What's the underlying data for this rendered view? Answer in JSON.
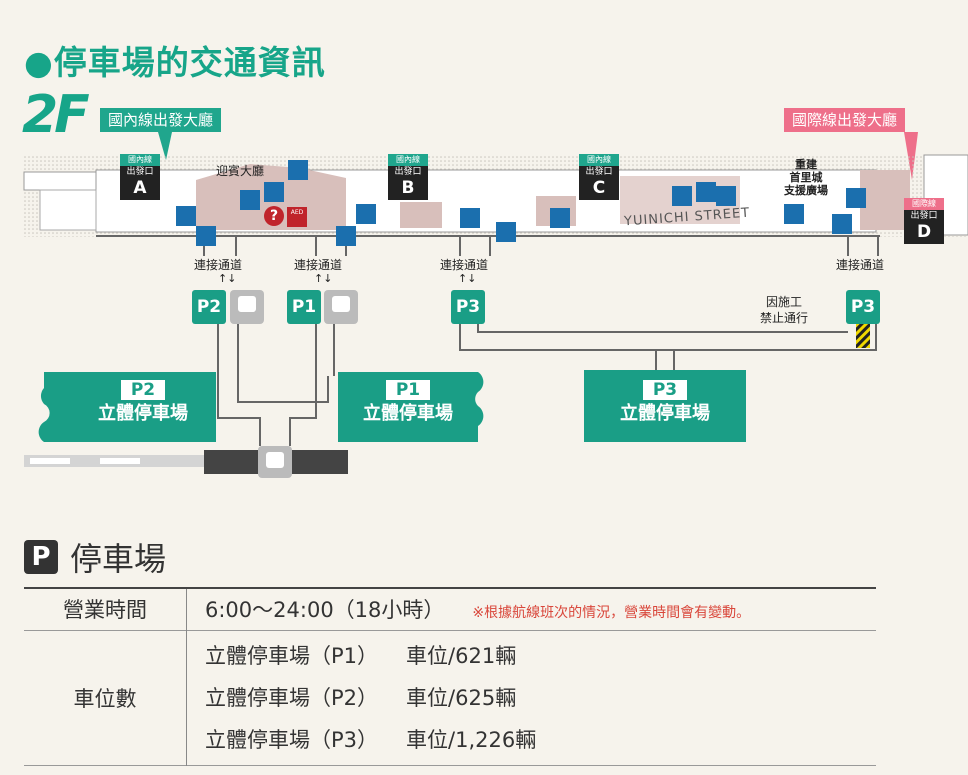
{
  "header": {
    "title": "●停車場的交通資訊",
    "floor": "2F",
    "domestic_hall": "國內線出發大廳",
    "international_hall": "國際線出發大廳"
  },
  "map": {
    "arrival_hall": "迎賓大廳",
    "street": "YUINICHI STREET",
    "shuri_support": [
      "重建",
      "首里城",
      "支援廣場"
    ],
    "gates": [
      {
        "badge": "國內線",
        "label": "出發口",
        "letter": "A"
      },
      {
        "badge": "國內線",
        "label": "出發口",
        "letter": "B"
      },
      {
        "badge": "國內線",
        "label": "出發口",
        "letter": "C"
      },
      {
        "badge": "國際線",
        "label": "出發口",
        "letter": "D"
      }
    ],
    "connector": "連接通道",
    "closed": [
      "因施工",
      "禁止通行"
    ],
    "lot_markers": [
      "P2",
      "P1",
      "P3",
      "P3"
    ],
    "lots": [
      {
        "code": "P2",
        "name": "立體停車場"
      },
      {
        "code": "P1",
        "name": "立體停車場"
      },
      {
        "code": "P3",
        "name": "立體停車場"
      }
    ],
    "aed": "AED",
    "colors": {
      "teal": "#17a589",
      "lot": "#1a9e86",
      "pink": "#ee6f8a",
      "blue": "#1b6fae",
      "building": "#d8bfbb"
    }
  },
  "parking": {
    "icon": "P",
    "title": "停車場",
    "hours_label": "營業時間",
    "hours_value": "6:00〜24:00（18小時）",
    "hours_note": "※根據航線班次的情況，營業時間會有變動。",
    "capacity_label": "車位數",
    "capacity": [
      {
        "lot": "立體停車場（P1）",
        "spaces": "車位/621輛"
      },
      {
        "lot": "立體停車場（P2）",
        "spaces": "車位/625輛"
      },
      {
        "lot": "立體停車場（P3）",
        "spaces": "車位/1,226輛"
      }
    ]
  }
}
